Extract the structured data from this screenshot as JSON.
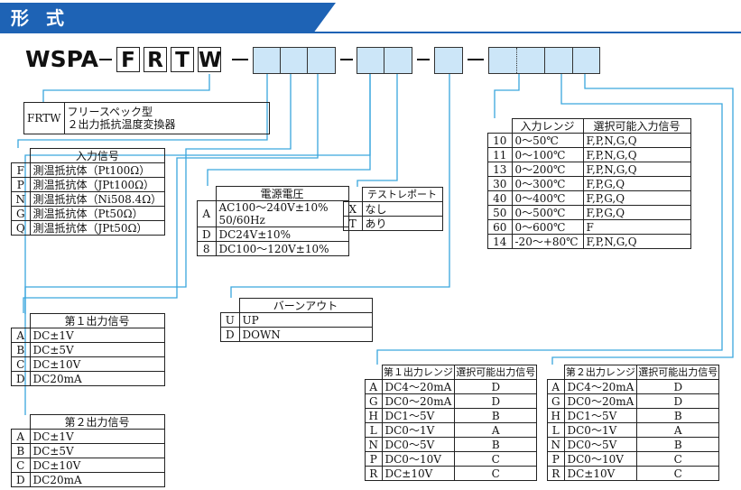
{
  "header": {
    "title": "形 式",
    "color": "#1e63b5"
  },
  "model": {
    "prefix": "WSPA",
    "codes": [
      "F",
      "R",
      "T",
      "W"
    ]
  },
  "frtw": {
    "key": "FRTW",
    "line1": "フリースペック型",
    "line2": "２出力抵抗温度変換器"
  },
  "input_signal": {
    "title": "入力信号",
    "rows": [
      {
        "k": "F",
        "v": "測温抵抗体（Pt100Ω）"
      },
      {
        "k": "P",
        "v": "測温抵抗体（JPt100Ω）"
      },
      {
        "k": "N",
        "v": "測温抵抗体（Ni508.4Ω）"
      },
      {
        "k": "G",
        "v": "測温抵抗体（Pt50Ω）"
      },
      {
        "k": "Q",
        "v": "測温抵抗体（JPt50Ω）"
      }
    ]
  },
  "power": {
    "title": "電源電圧",
    "rows": [
      {
        "k": "A",
        "v": "AC100～240V±10%",
        "v2": "50/60Hz"
      },
      {
        "k": "D",
        "v": "DC24V±10%"
      },
      {
        "k": "8",
        "v": "DC100～120V±10%"
      }
    ]
  },
  "test_report": {
    "title": "テストレポート",
    "rows": [
      {
        "k": "X",
        "v": "なし"
      },
      {
        "k": "T",
        "v": "あり"
      }
    ]
  },
  "input_range": {
    "col1": "入力レンジ",
    "col2": "選択可能入力信号",
    "rows": [
      {
        "k": "10",
        "r": "0～50℃",
        "s": "F,P,N,G,Q"
      },
      {
        "k": "11",
        "r": "0～100℃",
        "s": "F,P,N,G,Q"
      },
      {
        "k": "13",
        "r": "0～200℃",
        "s": "F,P,N,G,Q"
      },
      {
        "k": "30",
        "r": "0～300℃",
        "s": "F,P,G,Q"
      },
      {
        "k": "40",
        "r": "0～400℃",
        "s": "F,P,G,Q"
      },
      {
        "k": "50",
        "r": "0～500℃",
        "s": "F,P,G,Q"
      },
      {
        "k": "60",
        "r": "0～600℃",
        "s": "F"
      },
      {
        "k": "14",
        "r": "-20～+80℃",
        "s": "F,P,N,G,Q"
      }
    ]
  },
  "burnout": {
    "title": "バーンアウト",
    "rows": [
      {
        "k": "U",
        "v": "UP"
      },
      {
        "k": "D",
        "v": "DOWN"
      }
    ]
  },
  "output1": {
    "title": "第１出力信号",
    "rows": [
      {
        "k": "A",
        "v": "DC±1V"
      },
      {
        "k": "B",
        "v": "DC±5V"
      },
      {
        "k": "C",
        "v": "DC±10V"
      },
      {
        "k": "D",
        "v": "DC20mA"
      }
    ]
  },
  "output2": {
    "title": "第２出力信号",
    "rows": [
      {
        "k": "A",
        "v": "DC±1V"
      },
      {
        "k": "B",
        "v": "DC±5V"
      },
      {
        "k": "C",
        "v": "DC±10V"
      },
      {
        "k": "D",
        "v": "DC20mA"
      }
    ]
  },
  "out1_range": {
    "col1": "第１出力レンジ",
    "col2": "選択可能出力信号",
    "rows": [
      {
        "k": "A",
        "r": "DC4～20mA",
        "s": "D"
      },
      {
        "k": "G",
        "r": "DC0～20mA",
        "s": "D"
      },
      {
        "k": "H",
        "r": "DC1～5V",
        "s": "B"
      },
      {
        "k": "L",
        "r": "DC0～1V",
        "s": "A"
      },
      {
        "k": "N",
        "r": "DC0～5V",
        "s": "B"
      },
      {
        "k": "P",
        "r": "DC0～10V",
        "s": "C"
      },
      {
        "k": "R",
        "r": "DC±10V",
        "s": "C"
      }
    ]
  },
  "out2_range": {
    "col1": "第２出力レンジ",
    "col2": "選択可能出力信号",
    "rows": [
      {
        "k": "A",
        "r": "DC4～20mA",
        "s": "D"
      },
      {
        "k": "G",
        "r": "DC0～20mA",
        "s": "D"
      },
      {
        "k": "H",
        "r": "DC1～5V",
        "s": "B"
      },
      {
        "k": "L",
        "r": "DC0～1V",
        "s": "A"
      },
      {
        "k": "N",
        "r": "DC0～5V",
        "s": "B"
      },
      {
        "k": "P",
        "r": "DC0～10V",
        "s": "C"
      },
      {
        "k": "R",
        "r": "DC±10V",
        "s": "C"
      }
    ]
  },
  "colors": {
    "box_fill": "#cce6f8",
    "connector": "#3aa6dd",
    "header": "#1e63b5"
  }
}
